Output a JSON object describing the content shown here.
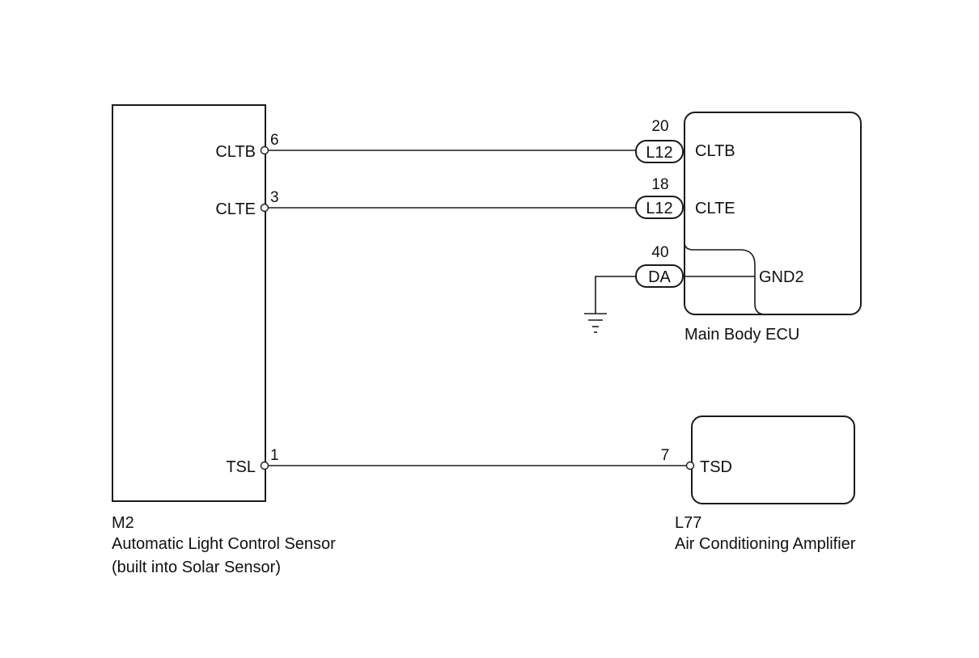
{
  "left_component": {
    "code": "M2",
    "name": "Automatic Light Control Sensor",
    "note": "(built into Solar Sensor)",
    "terminals": [
      {
        "label": "CLTB",
        "pin": "6"
      },
      {
        "label": "CLTE",
        "pin": "3"
      },
      {
        "label": "TSL",
        "pin": "1"
      }
    ]
  },
  "ecu": {
    "name": "Main Body ECU",
    "terminals": [
      {
        "label": "CLTB",
        "pin": "20",
        "connector": "L12"
      },
      {
        "label": "CLTE",
        "pin": "18",
        "connector": "L12"
      },
      {
        "label": "GND2",
        "pin": "40",
        "connector": "DA"
      }
    ]
  },
  "amplifier": {
    "code": "L77",
    "name": "Air Conditioning Amplifier",
    "terminals": [
      {
        "label": "TSD",
        "pin": "7"
      }
    ]
  }
}
